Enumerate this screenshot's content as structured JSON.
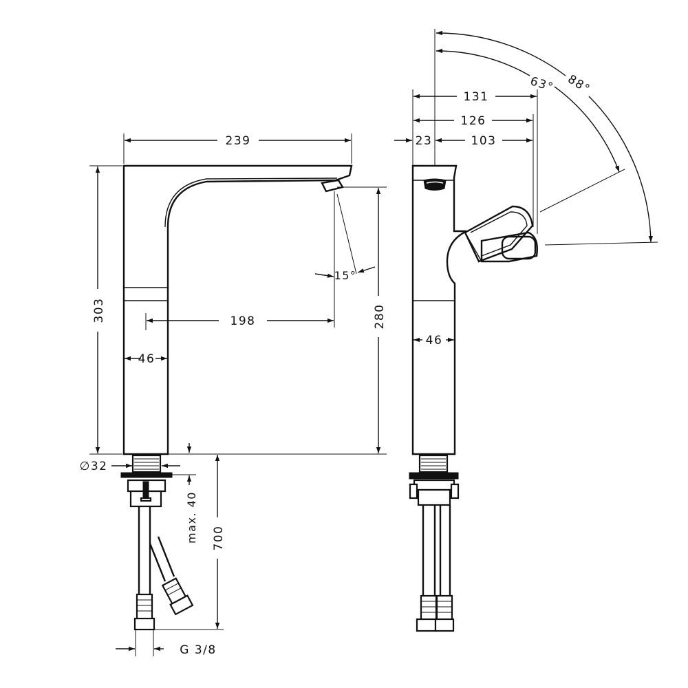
{
  "front_view": {
    "width_total": "239",
    "height_total": "303",
    "spout_reach": "198",
    "spout_height": "280",
    "body_width": "46",
    "spout_angle": "15°",
    "shank_diameter": "∅32",
    "mount_thickness": "max. 40",
    "hose_length": "700",
    "connection_thread": "G 3/8"
  },
  "side_view": {
    "lever_reach_max": "131",
    "lever_reach": "126",
    "offset": "23",
    "lever_length": "103",
    "body_width": "46",
    "angle_inner": "63°",
    "angle_outer": "88°"
  }
}
